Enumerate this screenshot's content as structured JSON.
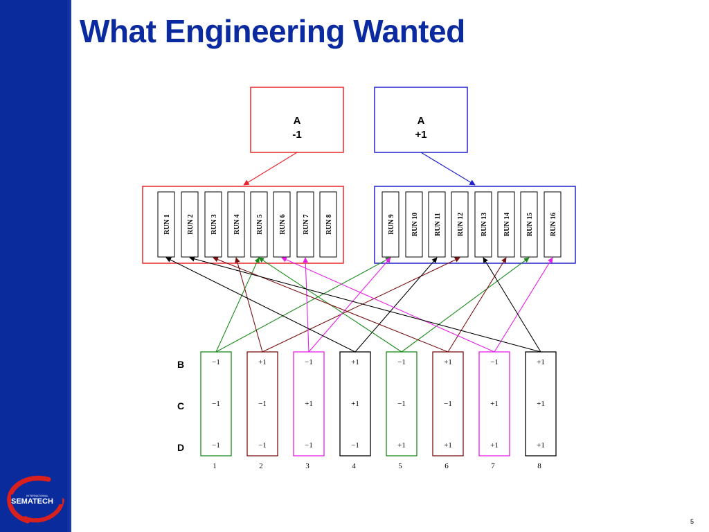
{
  "title": "What Engineering Wanted",
  "page_number": "5",
  "logo": {
    "small_text": "INTERNATIONAL",
    "main_text": "SEMATECH"
  },
  "factor_a": [
    {
      "name": "A",
      "level": "-1",
      "color": "#e8262b"
    },
    {
      "name": "A",
      "level": "+1",
      "color": "#2222cc"
    }
  ],
  "runs": [
    "RUN 1",
    "RUN 2",
    "RUN 3",
    "RUN 4",
    "RUN 5",
    "RUN 6",
    "RUN 7",
    "RUN 8",
    "RUN 9",
    "RUN 10",
    "RUN 11",
    "RUN 12",
    "RUN 13",
    "RUN 14",
    "RUN 15",
    "RUN 16"
  ],
  "row_labels": [
    "B",
    "C",
    "D"
  ],
  "combinations": [
    {
      "number": "1",
      "values": [
        "−1",
        "−1",
        "−1"
      ],
      "color": "#1a8a1a",
      "targets": [
        9,
        5
      ]
    },
    {
      "number": "2",
      "values": [
        "+1",
        "−1",
        "−1"
      ],
      "color": "#7a1010",
      "targets": [
        4,
        12
      ]
    },
    {
      "number": "3",
      "values": [
        "−1",
        "+1",
        "−1"
      ],
      "color": "#e61ee6",
      "targets": [
        7,
        9
      ]
    },
    {
      "number": "4",
      "values": [
        "+1",
        "+1",
        "−1"
      ],
      "color": "#000000",
      "targets": [
        1,
        11
      ]
    },
    {
      "number": "5",
      "values": [
        "−1",
        "−1",
        "+1"
      ],
      "color": "#1a8a1a",
      "targets": [
        5,
        15
      ]
    },
    {
      "number": "6",
      "values": [
        "+1",
        "−1",
        "+1"
      ],
      "color": "#7a1010",
      "targets": [
        3,
        14
      ]
    },
    {
      "number": "7",
      "values": [
        "−1",
        "+1",
        "+1"
      ],
      "color": "#e61ee6",
      "targets": [
        6,
        16
      ]
    },
    {
      "number": "8",
      "values": [
        "+1",
        "+1",
        "+1"
      ],
      "color": "#000000",
      "targets": [
        2,
        13
      ]
    }
  ]
}
